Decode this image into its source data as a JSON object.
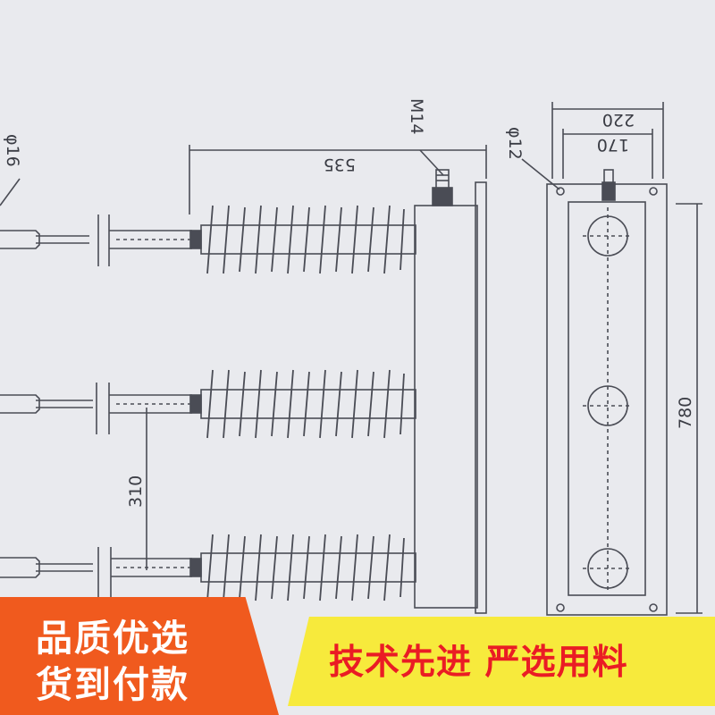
{
  "drawing": {
    "dimensions": {
      "phi16": "φ16",
      "m14": "M14",
      "d535": "535",
      "phi12": "φ12",
      "d220": "220",
      "d170": "170",
      "d780": "780",
      "d310": "310"
    }
  },
  "banners": {
    "left_line1": "品质优选",
    "left_line2": "货到付款",
    "right_text": "技术先进 严选用料"
  },
  "colors": {
    "background": "#e9eaee",
    "line": "#4a4c55",
    "banner_orange": "#f05a1e",
    "banner_yellow": "#f7ea3c",
    "banner_red_text": "#ea1c24"
  }
}
